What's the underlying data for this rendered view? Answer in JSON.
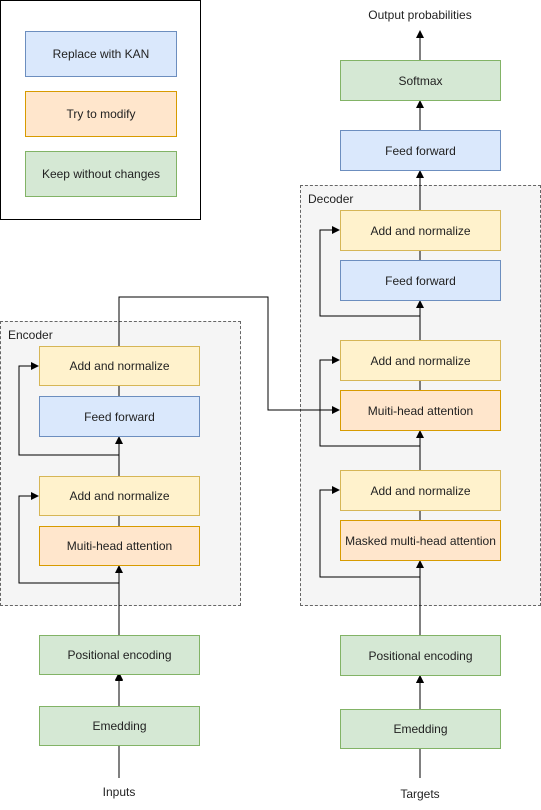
{
  "legend": {
    "replace": "Replace with KAN",
    "modify": "Try to modify",
    "keep": "Keep without changes"
  },
  "encoder": {
    "label": "Encoder",
    "add_norm_top": "Add and normalize",
    "feed_forward": "Feed forward",
    "add_norm_bottom": "Add and normalize",
    "attention": "Muiti-head attention"
  },
  "encoder_input": {
    "positional": "Positional encoding",
    "embedding": "Emedding",
    "inputs": "Inputs"
  },
  "decoder": {
    "label": "Decoder",
    "add_norm_top": "Add and normalize",
    "feed_forward": "Feed forward",
    "add_norm_mid": "Add and normalize",
    "attention": "Muiti-head attention",
    "add_norm_bottom": "Add and normalize",
    "masked_attention": "Masked multi-head attention"
  },
  "decoder_input": {
    "positional": "Positional encoding",
    "embedding": "Emedding",
    "targets": "Targets"
  },
  "output": {
    "feed_forward": "Feed forward",
    "softmax": "Softmax",
    "probabilities": "Output probabilities"
  },
  "colors": {
    "kan_fill": "#dae8fc",
    "modify_fill": "#ffe6cc",
    "keep_fill": "#d5e8d4",
    "norm_fill": "#fff2cc"
  }
}
